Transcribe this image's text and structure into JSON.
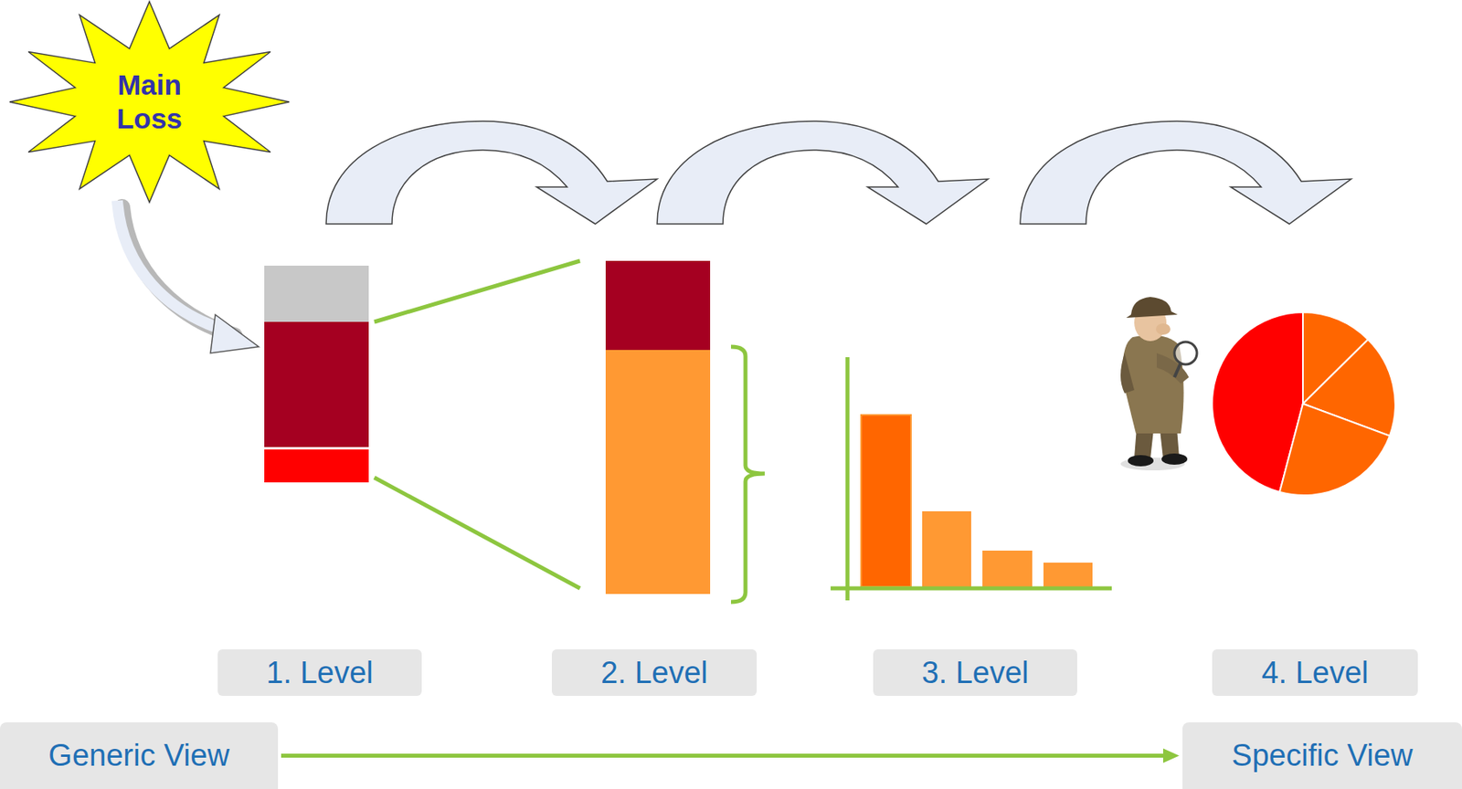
{
  "diagram": {
    "nodes": [
      {
        "text": [
          "Main Loss"
        ]
      },
      {
        "text": [
          "1. Level"
        ]
      },
      {
        "text": [
          "2. Level"
        ]
      },
      {
        "text": [
          "3. Level"
        ]
      },
      {
        "text": [
          "4. Level"
        ]
      },
      {
        "text": [
          "Generic View"
        ]
      },
      {
        "text": [
          "Specific View"
        ]
      }
    ],
    "edges": [
      {
        "from": 5,
        "to": 6,
        "arrow": "to"
      }
    ]
  }
}
